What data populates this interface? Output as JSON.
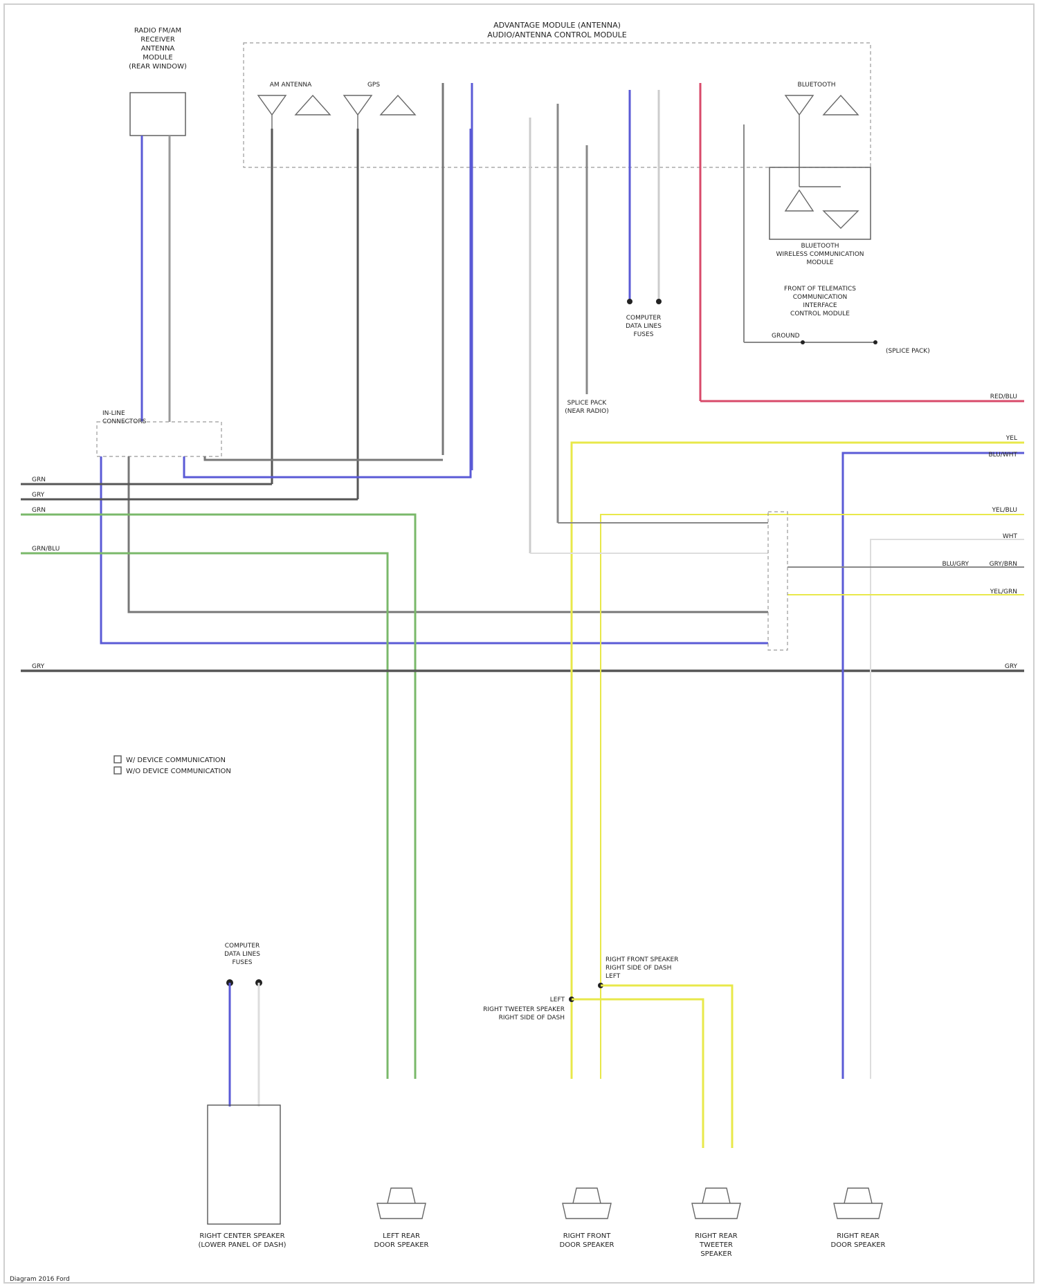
{
  "module": {
    "title_line1": "ADVANTAGE MODULE (ANTENNA)",
    "title_line2": "AUDIO/ANTENNA CONTROL MODULE"
  },
  "top_left_component": {
    "line1": "RADIO FM/AM",
    "line2": "RECEIVER",
    "line3": "ANTENNA",
    "line4": "MODULE",
    "line5": "(REAR WINDOW)"
  },
  "antenna_labels": [
    "AM ANTENNA",
    "GPS"
  ],
  "bluetooth_label": "BLUETOOTH",
  "bluetooth_box": {
    "line1": "BLUETOOTH",
    "line2": "WIRELESS COMMUNICATION",
    "line3": "MODULE"
  },
  "telematics_note": {
    "line1": "FRONT OF TELEMATICS",
    "line2": "COMMUNICATION",
    "line3": "INTERFACE",
    "line4": "CONTROL MODULE"
  },
  "ground_notes": {
    "left": "GROUND",
    "right": "(SPLICE PACK)",
    "center1": "SPLICE PACK",
    "center2": "(NEAR RADIO)",
    "upper_left": "IN-LINE",
    "upper_left2": "CONNECTORS"
  },
  "left_wire_labels": [
    "GRN",
    "GRY",
    "GRN",
    "GRN/BLU",
    "GRY"
  ],
  "right_wire_labels": [
    "RED/BLU",
    "YEL",
    "BLU/WHT",
    "YEL/BLU",
    "WHT",
    "GRY/BRN",
    "BLU/GRY",
    "YEL/GRN",
    "GRY"
  ],
  "legend": {
    "item1": "W/ DEVICE COMMUNICATION",
    "item2": "W/O DEVICE COMMUNICATION"
  },
  "components_bottom": [
    {
      "line1": "RIGHT CENTER SPEAKER",
      "line2": "(LOWER PANEL OF DASH)"
    },
    {
      "line1": "LEFT REAR",
      "line2": "DOOR SPEAKER"
    },
    {
      "line1": "RIGHT FRONT",
      "line2": "DOOR SPEAKER"
    },
    {
      "line1": "RIGHT REAR",
      "line2": "TWEETER",
      "line3": "SPEAKER"
    },
    {
      "line1": "RIGHT REAR",
      "line2": "DOOR SPEAKER"
    }
  ],
  "bottom_left_splice": {
    "line1": "COMPUTER",
    "line2": "DATA LINES",
    "line3": "FUSES"
  },
  "front_splice_notes": {
    "upper": "RIGHT FRONT SPEAKER",
    "upper2": "RIGHT SIDE OF DASH",
    "upper3": "LEFT",
    "lower": "LEFT",
    "lower1": "RIGHT TWEETER SPEAKER",
    "lower2": "RIGHT SIDE OF DASH"
  },
  "mid_splice": {
    "line1": "COMPUTER",
    "line2": "DATA LINES",
    "line3": "FUSES"
  },
  "footer": "Diagram 2016 Ford",
  "colors": {
    "blue": "#5a5ad6",
    "green": "#7ab86a",
    "yellow": "#e8e84a",
    "red": "#d84a6a",
    "gray": "#555555",
    "light": "#cccccc"
  }
}
